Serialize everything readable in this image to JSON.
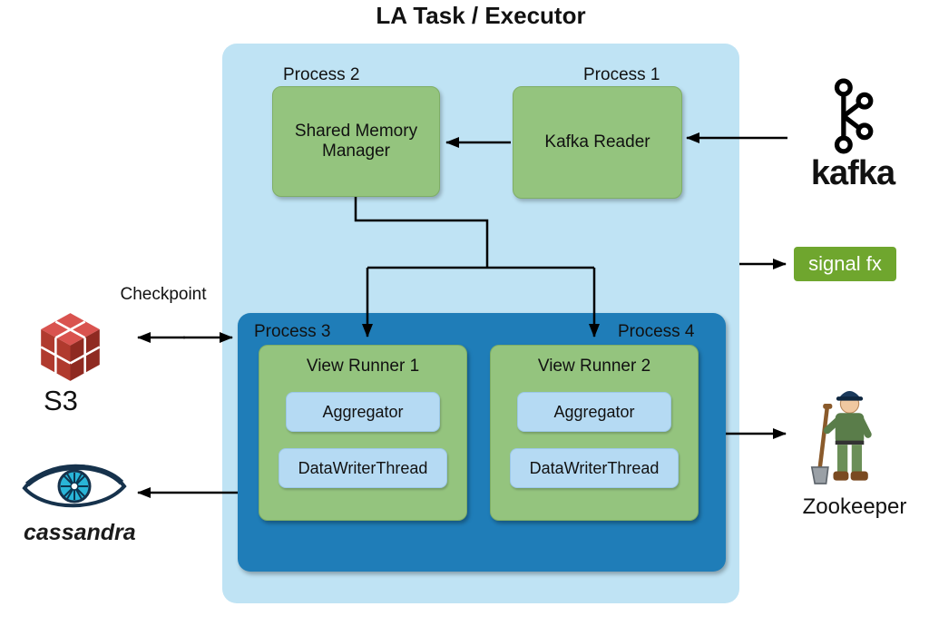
{
  "title": "LA Task / Executor",
  "outer_box": {
    "process2_label": "Process 2",
    "process1_label": "Process 1",
    "shared_memory_manager_label": "Shared Memory Manager",
    "kafka_reader_label": "Kafka Reader"
  },
  "inner_box": {
    "process3_label": "Process 3",
    "process4_label": "Process 4",
    "runners": [
      {
        "title": "View Runner 1",
        "children": [
          "Aggregator",
          "DataWriterThread"
        ]
      },
      {
        "title": "View Runner 2",
        "children": [
          "Aggregator",
          "DataWriterThread"
        ]
      }
    ]
  },
  "external": {
    "kafka_label": "kafka",
    "signalfx_label": "signal fx",
    "checkpoint_label": "Checkpoint",
    "s3_label": "S3",
    "cassandra_label": "cassandra",
    "zookeeper_label": "Zookeeper"
  },
  "icons": [
    "kafka-logo-icon",
    "signalfx-badge",
    "s3-cube-icon",
    "cassandra-eye-icon",
    "zookeeper-figure-icon"
  ],
  "colors": {
    "outer_container_bg": "#bfe3f4",
    "inner_container_bg": "#1f7db8",
    "green_box_bg": "#94c47e",
    "child_box_bg": "#b5daf3",
    "signalfx_bg": "#6fa62e",
    "s3_red": "#b03a2e",
    "cassandra_cyan": "#29b5d8",
    "arrow": "#000000"
  }
}
